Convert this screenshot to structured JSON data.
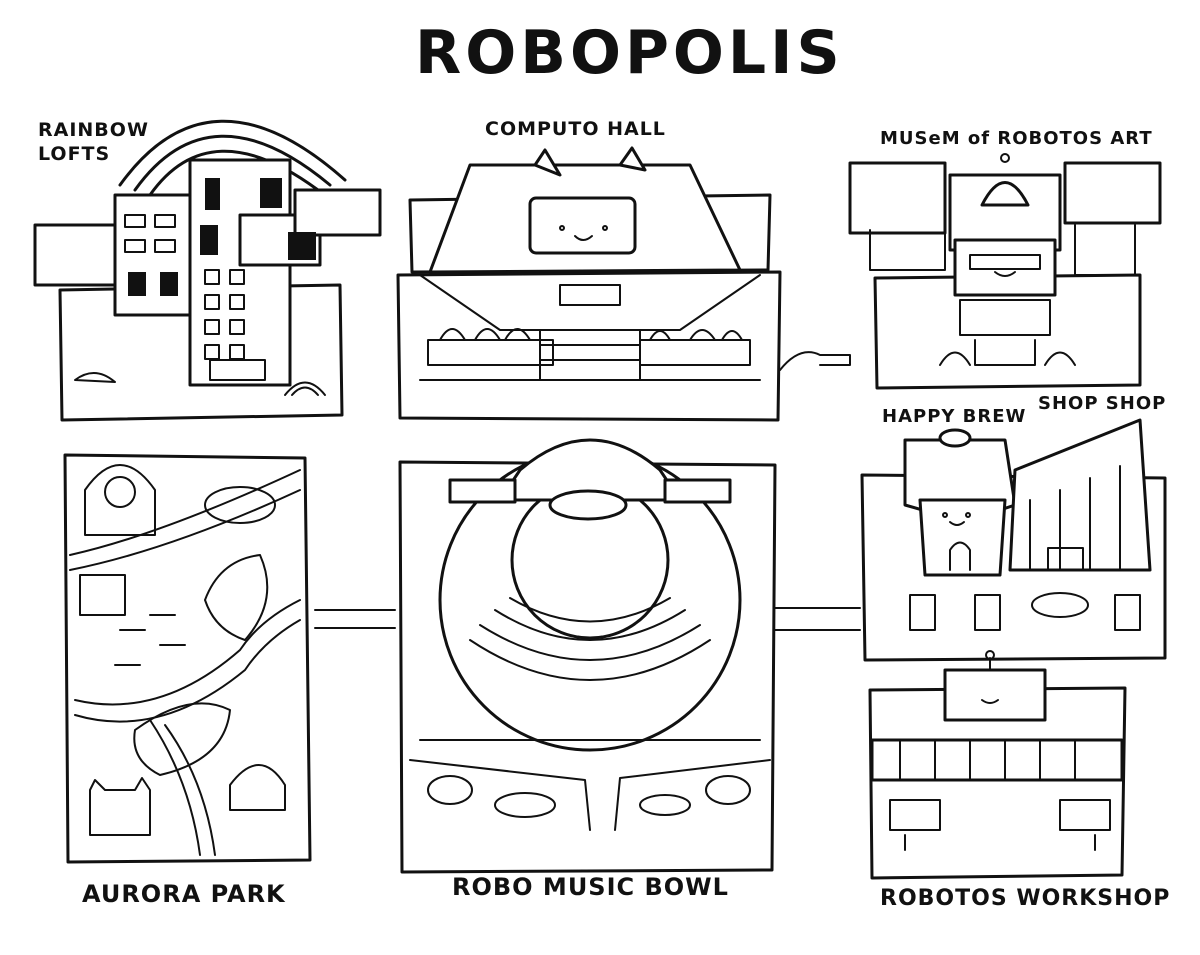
{
  "map": {
    "title": "ROBOPOLIS",
    "locations": {
      "rainbow_lofts": "RAINBOW\nLOFTS",
      "computo_hall": "COMPUTO HALL",
      "museum": "MUSeM of ROBOTOS ART",
      "happy_brew": "HAPPY BREW",
      "shop_shop": "SHOP SHOP",
      "aurora_park": "AURORA PARK",
      "music_bowl": "ROBO MUSIC BOWL",
      "workshop": "ROBOTOS WORKSHOP"
    }
  }
}
